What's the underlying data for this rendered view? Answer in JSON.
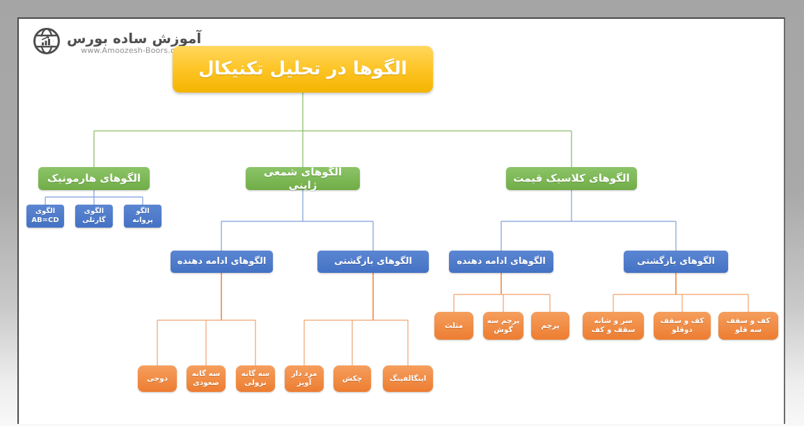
{
  "brand": {
    "logo_icon": "globe-chart-icon",
    "name": "آموزش ساده بورس",
    "url": "www.Amoozesh-Boors.com"
  },
  "colors": {
    "root_box": "#FFC000",
    "category_box": "#70AD47",
    "subcategory_box": "#4472C4",
    "leaf_box": "#ED7D31"
  },
  "tree": {
    "root": "الگوها در تحلیل تکنیکال",
    "branches": [
      {
        "label": "الگوهای هارمونیک",
        "children": [
          {
            "label": "الگوی AB=CD"
          },
          {
            "label": "الگوی گارتلی"
          },
          {
            "label": "الگو پروانه"
          }
        ]
      },
      {
        "label": "الگوهای شمعی ژاپنی",
        "children": [
          {
            "label": "الگوهای ادامه دهنده",
            "children": [
              "دوجی",
              "سه گانه صعودی",
              "سه گانه نزولی"
            ]
          },
          {
            "label": "الگوهای بازگشتی",
            "children": [
              "مرد دار آویز",
              "چکش",
              "اینگالفینگ"
            ]
          }
        ]
      },
      {
        "label": "الگوهای کلاسیک قیمت",
        "children": [
          {
            "label": "الگوهای ادامه دهنده",
            "children": [
              "مثلث",
              "پرچم سه گوش",
              "پرچم"
            ]
          },
          {
            "label": "الگوهای بازگشتی",
            "children": [
              "سر و شانه سقف و کف",
              "کف و سقف دوقلو",
              "کف و سقف سه قلو"
            ]
          }
        ]
      }
    ]
  }
}
